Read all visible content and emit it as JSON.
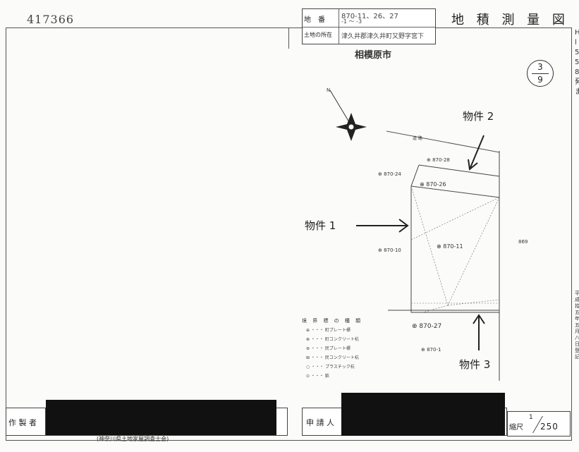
{
  "document": {
    "number": "417366",
    "title": "地 積 測 量 図",
    "city": "相模原市",
    "sheet": {
      "num": "3",
      "total": "9"
    }
  },
  "header": {
    "lot_label": "地　番",
    "lot_value": "870-11、26、27",
    "lot_value2": "-1 ～ -3",
    "location_label": "土地の所在",
    "location_value": "津久井郡津久井町又野字宮下"
  },
  "side_text": "Hl5 5 8 発 ま",
  "side_text2": "平成拾五年五月八日 登記",
  "annotations": {
    "bukken1": "物件 1",
    "bukken2": "物件 2",
    "bukken3": "物件 3"
  },
  "map_labels": {
    "road": "道 路",
    "lot_870_28": "⊕ 870-28",
    "lot_870_24": "⊕ 870-24",
    "lot_870_26": "⊕ 870-26",
    "lot_870_10": "⊕ 870-10",
    "lot_870_11": "⊕ 870-11",
    "lot_869": "869",
    "lot_870_27": "⊕ 870-27",
    "lot_870_1": "⊕ 870-1",
    "north": "N"
  },
  "legend": {
    "title": "境 界 標 の 種 類",
    "items": [
      "⊕ ・・・ 町プレート標",
      "⊗ ・・・ 町コンクリート杭",
      "⊛ ・・・ 民プレート標",
      "⊞ ・・・ 民コンクリート杭",
      "○ ・・・ プラスチック杭",
      "⊙ ・・・ 鋲"
    ]
  },
  "footer": {
    "maker_label": "作 製 者",
    "applicant_label": "申 請 人",
    "association": "(神奈川県土地家屋調査士会)",
    "scale_label": "縮尺",
    "scale_num": "1",
    "scale_den": "250"
  }
}
